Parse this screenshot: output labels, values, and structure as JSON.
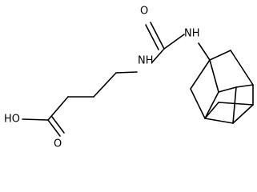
{
  "molecule": {
    "atoms": {
      "ho": "HO",
      "o_acid": "O",
      "nh_left": "NH",
      "o_urea": "O",
      "nh_right": "NH"
    },
    "colors": {
      "bond": "#000000",
      "label": "#000000",
      "background": "#ffffff"
    }
  }
}
